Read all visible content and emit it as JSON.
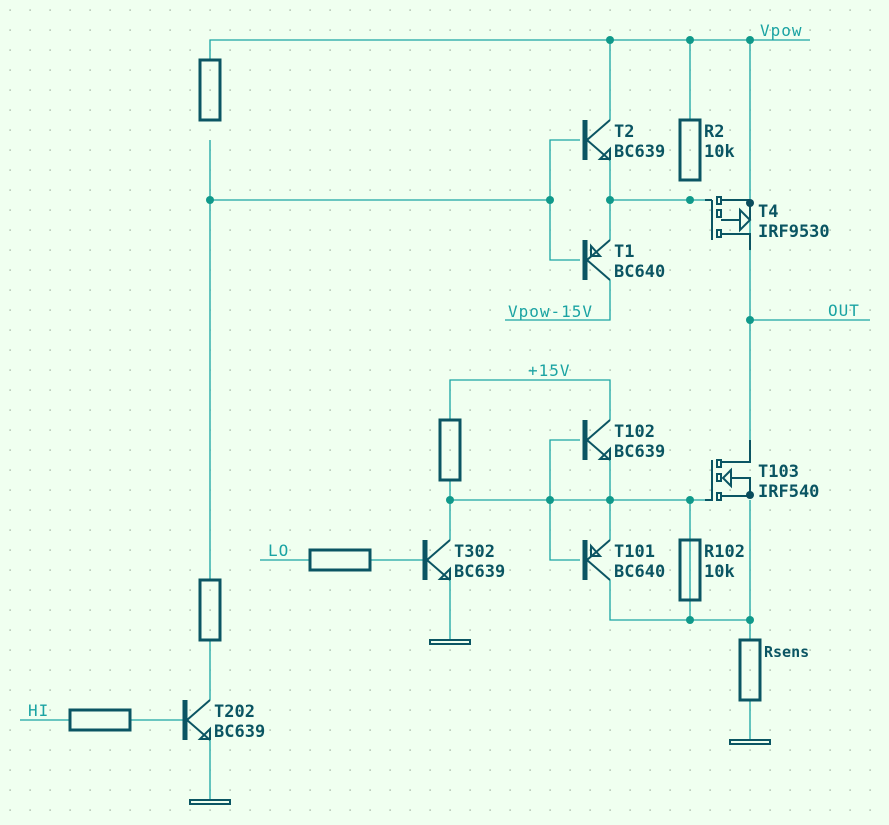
{
  "schematic": {
    "colors": {
      "background": "#f0fff0",
      "wire": "#1aa3a3",
      "component": "#0b5563",
      "junction": "#10998a"
    },
    "nets": {
      "vpow": "Vpow",
      "vpow_minus": "Vpow-15V",
      "out": "OUT",
      "plus15": "+15V",
      "lo": "LO",
      "hi": "HI"
    },
    "components": {
      "T2": {
        "ref": "T2",
        "value": "BC639"
      },
      "T1": {
        "ref": "T1",
        "value": "BC640"
      },
      "R2": {
        "ref": "R2",
        "value": "10k"
      },
      "T4": {
        "ref": "T4",
        "value": "IRF9530"
      },
      "T102": {
        "ref": "T102",
        "value": "BC639"
      },
      "T101": {
        "ref": "T101",
        "value": "BC640"
      },
      "T103": {
        "ref": "T103",
        "value": "IRF540"
      },
      "R102": {
        "ref": "R102",
        "value": "10k"
      },
      "T302": {
        "ref": "T302",
        "value": "BC639"
      },
      "T202": {
        "ref": "T202",
        "value": "BC639"
      },
      "Rsens": {
        "ref": "Rsens"
      }
    }
  }
}
